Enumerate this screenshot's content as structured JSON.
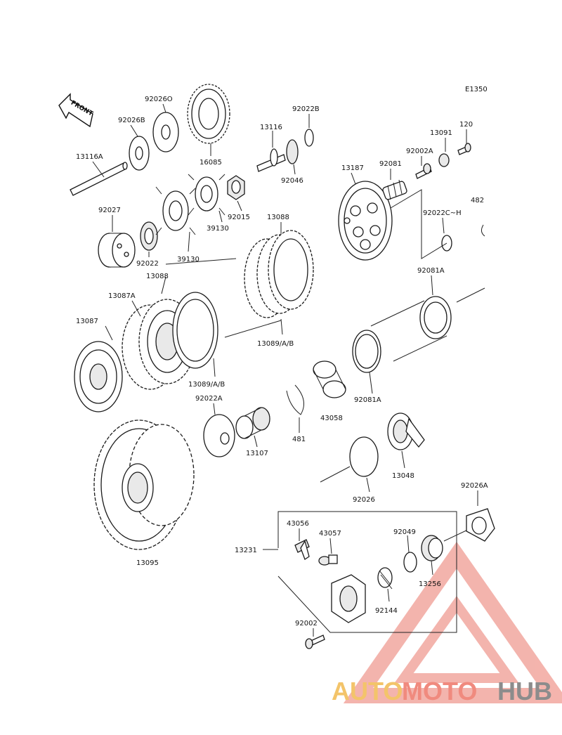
{
  "diagram": {
    "code": "E1350",
    "front_label": "FRONT",
    "group_label": "13231",
    "labels": {
      "p13116A": "13116A",
      "p92026B": "92026B",
      "p92026O": "92026O",
      "p16085": "16085",
      "p13116": "13116",
      "p92022B": "92022B",
      "p92046": "92046",
      "p92015": "92015",
      "p13088a": "13088",
      "p92027": "92027",
      "p92022": "92022",
      "p39130a": "39130",
      "p39130b": "39130",
      "p13088b": "13088",
      "p13087A": "13087A",
      "p13087": "13087",
      "p13089a": "13089/A/B",
      "p13089b": "13089/A/B",
      "p13187": "13187",
      "p92081": "92081",
      "p92002A": "92002A",
      "p13091": "13091",
      "p120": "120",
      "p482": "482",
      "p92022CH": "92022C~H",
      "p92081A_top": "92081A",
      "p92081A_bot": "92081A",
      "p92022A": "92022A",
      "p43058": "43058",
      "p481": "481",
      "p13107": "13107",
      "p13048": "13048",
      "p92026": "92026",
      "p92026A": "92026A",
      "p13095": "13095",
      "p43056": "43056",
      "p43057": "43057",
      "p92049": "92049",
      "p13256": "13256",
      "p92144": "92144",
      "p92002": "92002"
    }
  },
  "watermark": {
    "part1": "AUTO",
    "part2": "MOTO",
    "part3": "HUB",
    "colors": {
      "auto": "#f3c46a",
      "moto": "#f08a7e",
      "hub": "#8c8c8c",
      "triangle": "#f2a79f"
    }
  }
}
